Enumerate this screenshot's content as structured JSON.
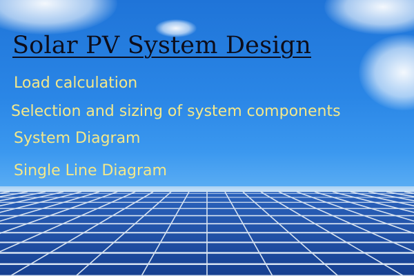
{
  "title": "Solar PV System Design",
  "topics": [
    "Load calculation",
    "Selection and sizing of system components",
    "System Diagram",
    "Single Line Diagram"
  ],
  "colors": {
    "sky": "#2a86e6",
    "title_text": "#0d0d1a",
    "topic_text": "#f3e88a",
    "panel_cell": "#1e4fa6",
    "panel_frame": "#d8e4f2"
  },
  "scene": "solar-panel-field-under-blue-sky"
}
